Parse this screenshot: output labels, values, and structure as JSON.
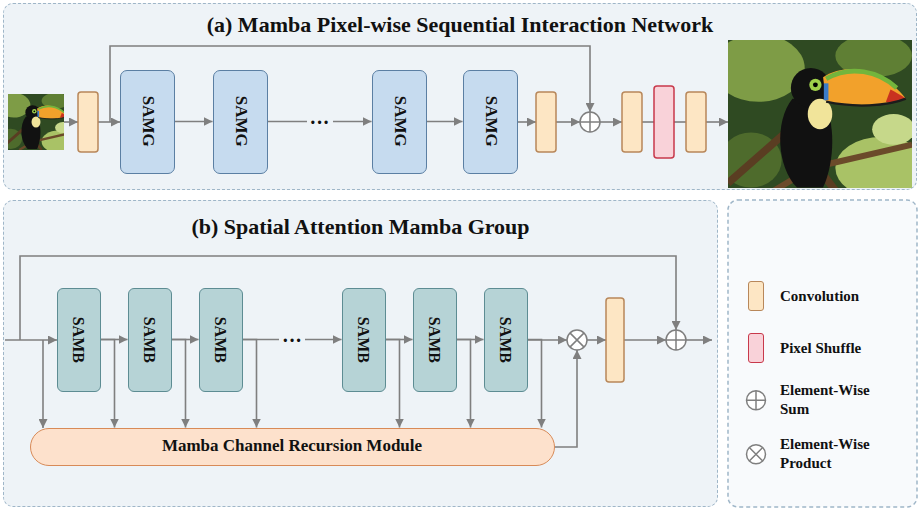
{
  "diagram": {
    "nodes": [
      {
        "text": [
          "(a) Mamba Pixel-wise Sequential Interaction Network"
        ]
      },
      {
        "text": [
          "SAMG"
        ],
        "in": 0
      },
      {
        "text": [
          "SAMG"
        ],
        "in": 0
      },
      {
        "text": [
          "SAMG"
        ],
        "in": 0
      },
      {
        "text": [
          "SAMG"
        ],
        "in": 0
      },
      {
        "text": [
          "(b) Spatial Attention Mamba Group"
        ]
      },
      {
        "text": [
          "SAMB"
        ],
        "in": 5
      },
      {
        "text": [
          "SAMB"
        ],
        "in": 5
      },
      {
        "text": [
          "SAMB"
        ],
        "in": 5
      },
      {
        "text": [
          "SAMB"
        ],
        "in": 5
      },
      {
        "text": [
          "SAMB"
        ],
        "in": 5
      },
      {
        "text": [
          "SAMB"
        ],
        "in": 5
      },
      {
        "text": [
          "Mamba Channel Recursion Module"
        ],
        "in": 5
      }
    ],
    "edges": [
      {
        "from": 1,
        "to": 2,
        "arrow": "to"
      },
      {
        "from": 2,
        "to": 3,
        "label": "···",
        "arrow": "to"
      },
      {
        "from": 3,
        "to": 4,
        "arrow": "to"
      },
      {
        "from": 6,
        "to": 7,
        "arrow": "to"
      },
      {
        "from": 7,
        "to": 8,
        "arrow": "to"
      },
      {
        "from": 8,
        "to": 9,
        "label": "···",
        "arrow": "to"
      },
      {
        "from": 9,
        "to": 10,
        "arrow": "to"
      },
      {
        "from": 10,
        "to": 11,
        "arrow": "to"
      },
      {
        "from": 6,
        "to": 12,
        "arrow": "to"
      },
      {
        "from": 7,
        "to": 12,
        "arrow": "to"
      },
      {
        "from": 8,
        "to": 12,
        "arrow": "to"
      },
      {
        "from": 9,
        "to": 12,
        "arrow": "to"
      },
      {
        "from": 10,
        "to": 12,
        "arrow": "to"
      },
      {
        "from": 11,
        "to": 12,
        "arrow": "to"
      }
    ],
    "legend": [
      {
        "text": "Convolution",
        "color": "#fde6c4"
      },
      {
        "text": "Pixel Shuffle",
        "color": "#f9d2d9"
      },
      {
        "text": "Element-Wise Sum"
      },
      {
        "text": "Element-Wise Product"
      }
    ]
  }
}
